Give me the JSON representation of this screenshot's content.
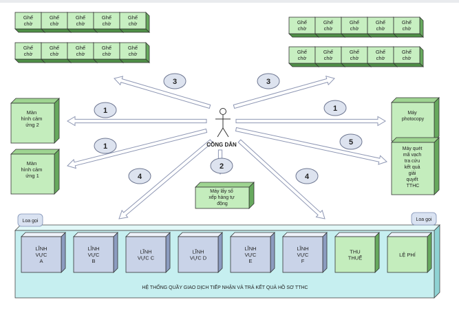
{
  "colors": {
    "seat_front": "#c7efc1",
    "seat_side": "#67a95e",
    "box_front": "#c4edbd",
    "counter_front": "#c9d3e8",
    "counter_side": "#8c9cc0",
    "fee_front": "#c4edbd",
    "panel_fill": "#c6eff0",
    "arrow_fill": "#ffffff",
    "arrow_stroke": "#8d96b3",
    "line": "#333333"
  },
  "seats": {
    "label": "Ghế chờ"
  },
  "citizen": {
    "label": "CÔNG DÂN"
  },
  "arrows": {
    "n_seats_left": "3",
    "n_seats_right": "3",
    "n_screen2": "1",
    "n_screen1": "1",
    "n_photocopy": "1",
    "n_scanner": "5",
    "n_queue": "2",
    "n_counter_left": "4",
    "n_counter_right": "4"
  },
  "devices": {
    "screen2": [
      "Màn",
      "hình cảm",
      "ứng 2"
    ],
    "screen1": [
      "Màn",
      "hình cảm",
      "ứng 1"
    ],
    "photocopy": [
      "Máy",
      "photocopy"
    ],
    "scanner": [
      "Máy quét",
      "mã vạch",
      "tra cứu",
      "kết quả",
      "giải",
      "quyết",
      "TTHC"
    ],
    "queue": [
      "Máy lấy số",
      "xếp hàng tự",
      "động"
    ]
  },
  "speakers": {
    "left": "Loa gọi",
    "right": "Loa gọi"
  },
  "counters": [
    {
      "lines": [
        "LĨNH",
        "VỰC",
        "A"
      ]
    },
    {
      "lines": [
        "LĨNH",
        "VỰC",
        "B"
      ]
    },
    {
      "lines": [
        "LĨNH",
        "VỰC C"
      ]
    },
    {
      "lines": [
        "LĨNH",
        "VỰC D"
      ]
    },
    {
      "lines": [
        "LĨNH",
        "VỰC",
        "E"
      ]
    },
    {
      "lines": [
        "LĨNH",
        "VỰC",
        "F"
      ]
    }
  ],
  "fees": [
    {
      "lines": [
        "THU",
        "THUẾ"
      ]
    },
    {
      "lines": [
        "LỆ PHÍ"
      ]
    }
  ],
  "system_label": "HỆ THỐNG QUẦY GIAO DỊCH TIẾP NHẬN VÀ TRẢ KẾT QUẢ HỒ SƠ TTHC"
}
